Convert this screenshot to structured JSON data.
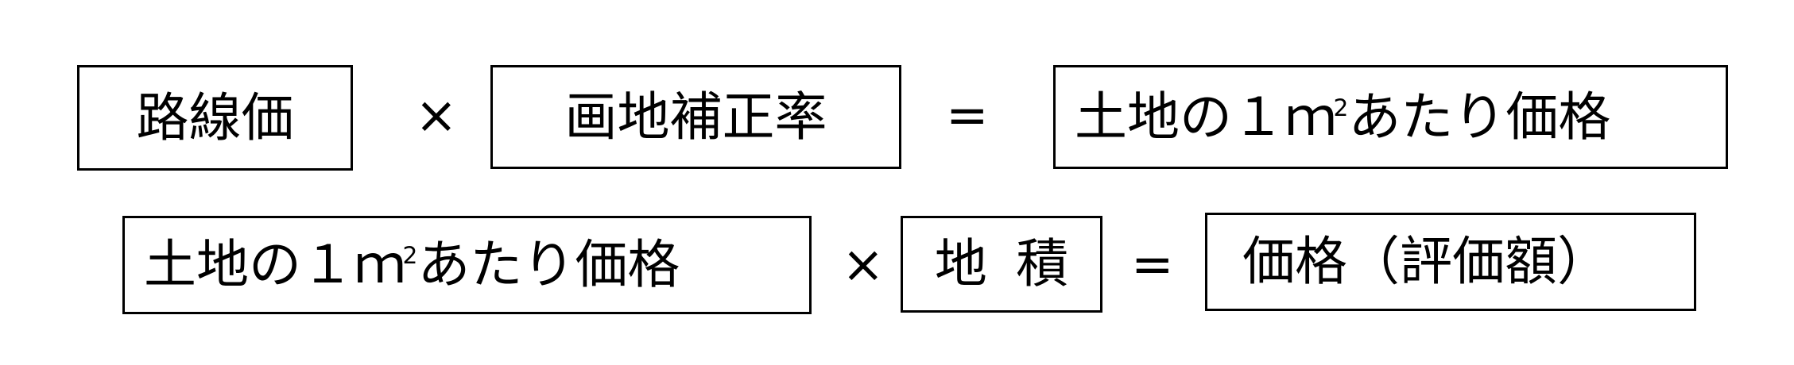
{
  "formula_row_1": {
    "term_1": "路線価",
    "operator_1": "×",
    "term_2": "画地補正率",
    "operator_2": "=",
    "result": {
      "before": "土地の１ｍ",
      "superscript": "2",
      "after": "あたり価格"
    }
  },
  "formula_row_2": {
    "term_1": {
      "before": "土地の１ｍ",
      "superscript": "2",
      "after": "あたり価格"
    },
    "operator_1": "×",
    "term_2": "地積",
    "operator_2": "=",
    "result": "価格（評価額）"
  }
}
